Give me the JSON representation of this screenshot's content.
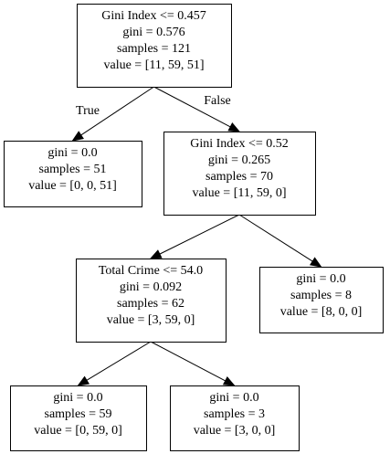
{
  "tree": {
    "nodes": [
      {
        "id": "n0",
        "lines": [
          "Gini Index <= 0.457",
          "gini = 0.576",
          "samples = 121",
          "value = [11, 59, 51]"
        ]
      },
      {
        "id": "n1",
        "lines": [
          "gini = 0.0",
          "samples = 51",
          "value = [0, 0, 51]"
        ]
      },
      {
        "id": "n2",
        "lines": [
          "Gini Index <= 0.52",
          "gini = 0.265",
          "samples = 70",
          "value = [11, 59, 0]"
        ]
      },
      {
        "id": "n3",
        "lines": [
          "Total Crime <= 54.0",
          "gini = 0.092",
          "samples = 62",
          "value = [3, 59, 0]"
        ]
      },
      {
        "id": "n4",
        "lines": [
          "gini = 0.0",
          "samples = 8",
          "value = [8, 0, 0]"
        ]
      },
      {
        "id": "n5",
        "lines": [
          "gini = 0.0",
          "samples = 59",
          "value = [0, 59, 0]"
        ]
      },
      {
        "id": "n6",
        "lines": [
          "gini = 0.0",
          "samples = 3",
          "value = [3, 0, 0]"
        ]
      }
    ],
    "edges": [
      {
        "from": "n0",
        "to": "n1",
        "label": "True"
      },
      {
        "from": "n0",
        "to": "n2",
        "label": "False"
      },
      {
        "from": "n2",
        "to": "n3",
        "label": ""
      },
      {
        "from": "n2",
        "to": "n4",
        "label": ""
      },
      {
        "from": "n3",
        "to": "n5",
        "label": ""
      },
      {
        "from": "n3",
        "to": "n6",
        "label": ""
      }
    ]
  }
}
